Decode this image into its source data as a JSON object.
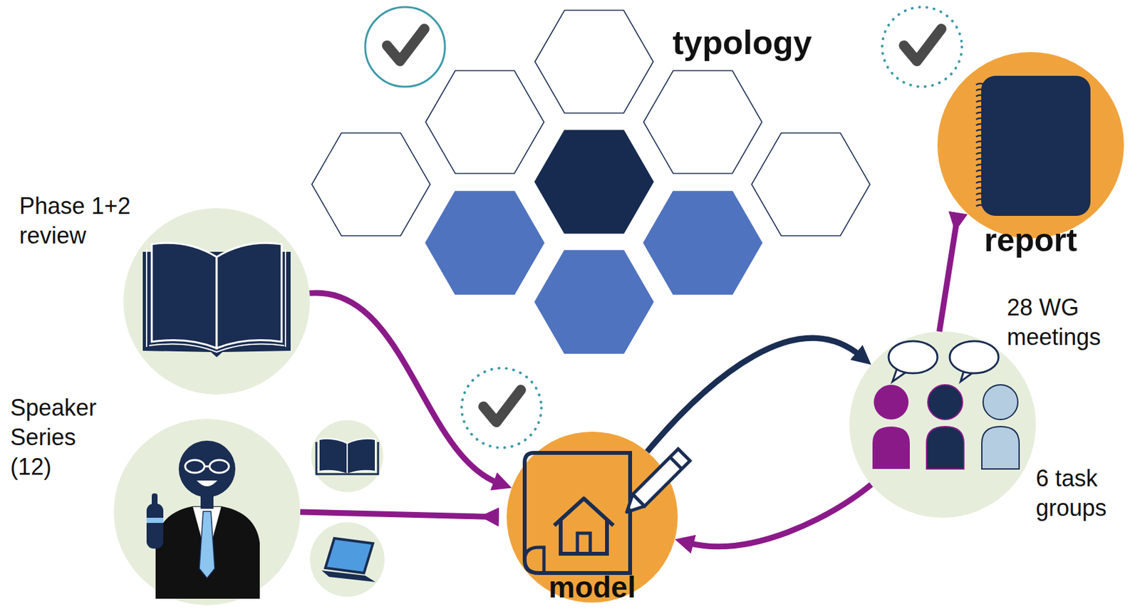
{
  "diagram": {
    "nodes": [
      {
        "text": [
          "Phase 1+2 review"
        ]
      },
      {
        "text": [
          "Speaker Series (12)"
        ]
      },
      {
        "text": [
          "model"
        ]
      },
      {
        "text": [
          "28 WG meetings",
          "6 task groups"
        ]
      },
      {
        "text": [
          "report"
        ]
      }
    ],
    "edges": [
      {
        "from": 0,
        "to": 2,
        "arrow": "to"
      },
      {
        "from": 1,
        "to": 2,
        "arrow": "to"
      },
      {
        "from": 2,
        "to": 3,
        "arrow": "to"
      },
      {
        "from": 3,
        "to": 2,
        "arrow": "to"
      },
      {
        "from": 3,
        "to": 4,
        "arrow": "to"
      }
    ],
    "labels": [
      "typology"
    ]
  }
}
